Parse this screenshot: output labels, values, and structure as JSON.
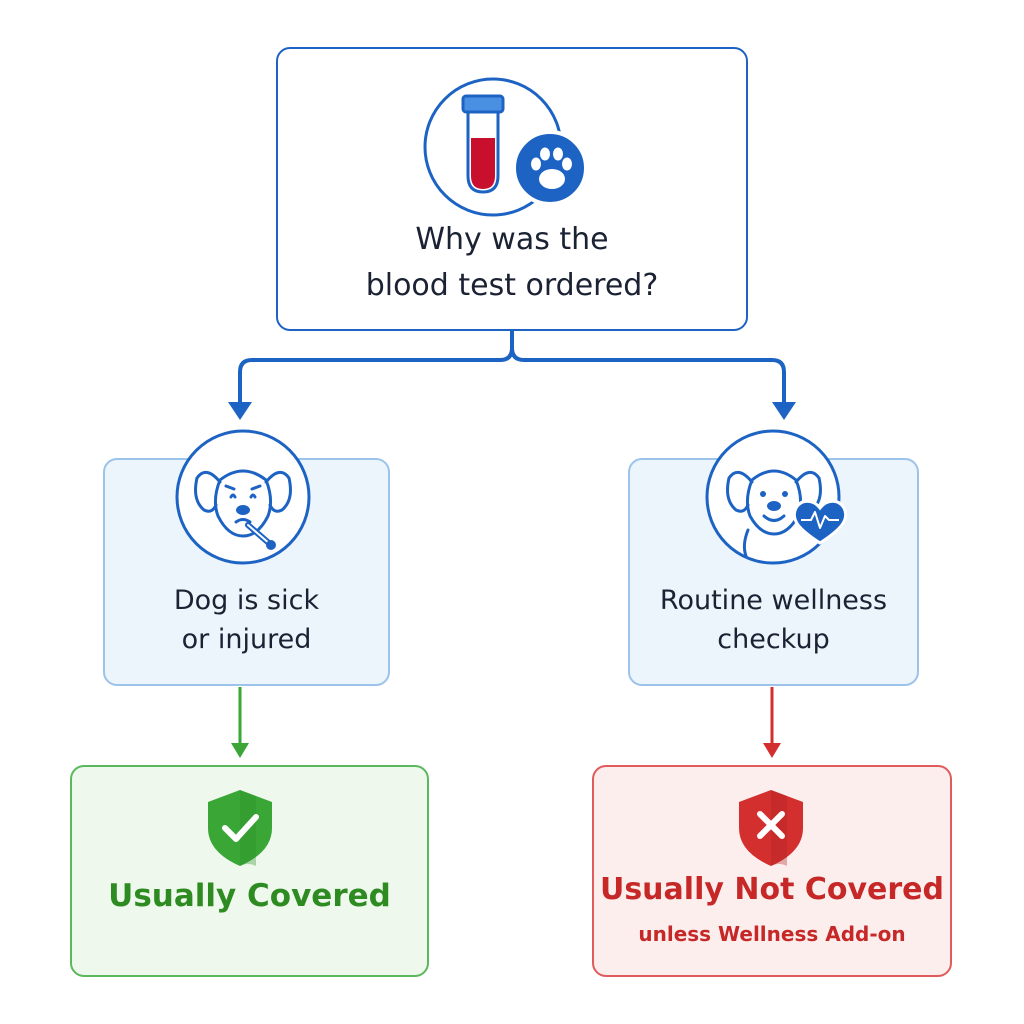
{
  "root": {
    "question_line1": "Why was the",
    "question_line2": "blood test ordered?",
    "icon": "blood-test-tube-with-paw-icon"
  },
  "branches": [
    {
      "line1": "Dog is sick",
      "line2": "or injured",
      "icon": "sick-dog-thermometer-icon",
      "outcome": {
        "label": "Usually Covered",
        "sublabel": "",
        "icon": "shield-check-icon",
        "color": "#2e8b22"
      }
    },
    {
      "line1": "Routine wellness",
      "line2": "checkup",
      "icon": "happy-dog-heartbeat-icon",
      "outcome": {
        "label": "Usually Not Covered",
        "sublabel": "unless Wellness Add-on",
        "icon": "shield-x-icon",
        "color": "#c62828"
      }
    }
  ],
  "colors": {
    "primary_blue": "#1d63c4",
    "light_blue_border": "#9cc3ea",
    "light_blue_fill": "#ecf4fc",
    "green": "#3aa635",
    "green_fill": "#eef8ec",
    "red": "#d32f2f",
    "red_fill": "#fdeeee",
    "blood_red": "#c8102e"
  }
}
